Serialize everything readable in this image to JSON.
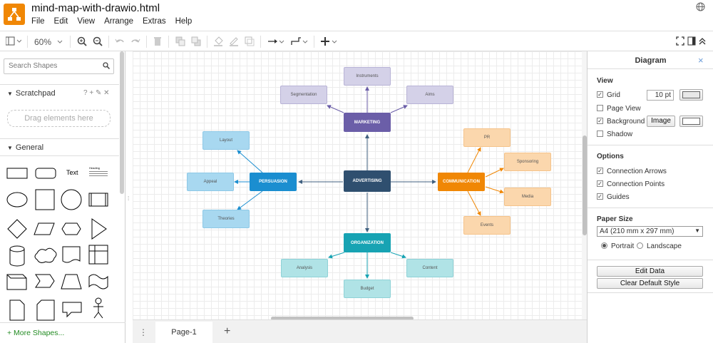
{
  "app": {
    "title": "mind-map-with-drawio.html",
    "menu": [
      "File",
      "Edit",
      "View",
      "Arrange",
      "Extras",
      "Help"
    ]
  },
  "toolbar": {
    "zoom": "60%"
  },
  "sidebar": {
    "search_placeholder": "Search Shapes",
    "scratchpad_label": "Scratchpad",
    "scratchpad_tools": "? + ✎ ✕",
    "drag_hint": "Drag elements here",
    "general_label": "General",
    "text_shape": "Text",
    "heading_shape": "Heading",
    "more_shapes": "+ More Shapes..."
  },
  "pages": {
    "active": "Page-1"
  },
  "diagram": {
    "center": "ADVERTISING",
    "branches": {
      "marketing": {
        "label": "MARKETING",
        "children": [
          "Instruments",
          "Segmentation",
          "Aims"
        ]
      },
      "persuasion": {
        "label": "PERSUASION",
        "children": [
          "Layout",
          "Appeal",
          "Theories"
        ]
      },
      "communication": {
        "label": "COMMUNICATION",
        "children": [
          "PR",
          "Sponsoring",
          "Media",
          "Events"
        ]
      },
      "organization": {
        "label": "ORGANIZATION",
        "children": [
          "Analysis",
          "Content",
          "Budget"
        ]
      }
    },
    "colors": {
      "center": "#2f4f6f",
      "marketing": "#6b5ea8",
      "marketing_child": "#d4d1e8",
      "persuasion": "#1b8ed0",
      "persuasion_child": "#a8d8f0",
      "communication": "#f08705",
      "communication_child": "#fbd7ad",
      "organization": "#17a3b3",
      "organization_child": "#b0e3e6"
    }
  },
  "panel": {
    "title": "Diagram",
    "view_label": "View",
    "grid_label": "Grid",
    "grid_size": "10 pt",
    "page_view_label": "Page View",
    "background_label": "Background",
    "image_button": "Image",
    "shadow_label": "Shadow",
    "options_label": "Options",
    "connection_arrows": "Connection Arrows",
    "connection_points": "Connection Points",
    "guides": "Guides",
    "paper_size_label": "Paper Size",
    "paper_size": "A4 (210 mm x 297 mm)",
    "portrait": "Portrait",
    "landscape": "Landscape",
    "edit_data": "Edit Data",
    "clear_style": "Clear Default Style"
  }
}
